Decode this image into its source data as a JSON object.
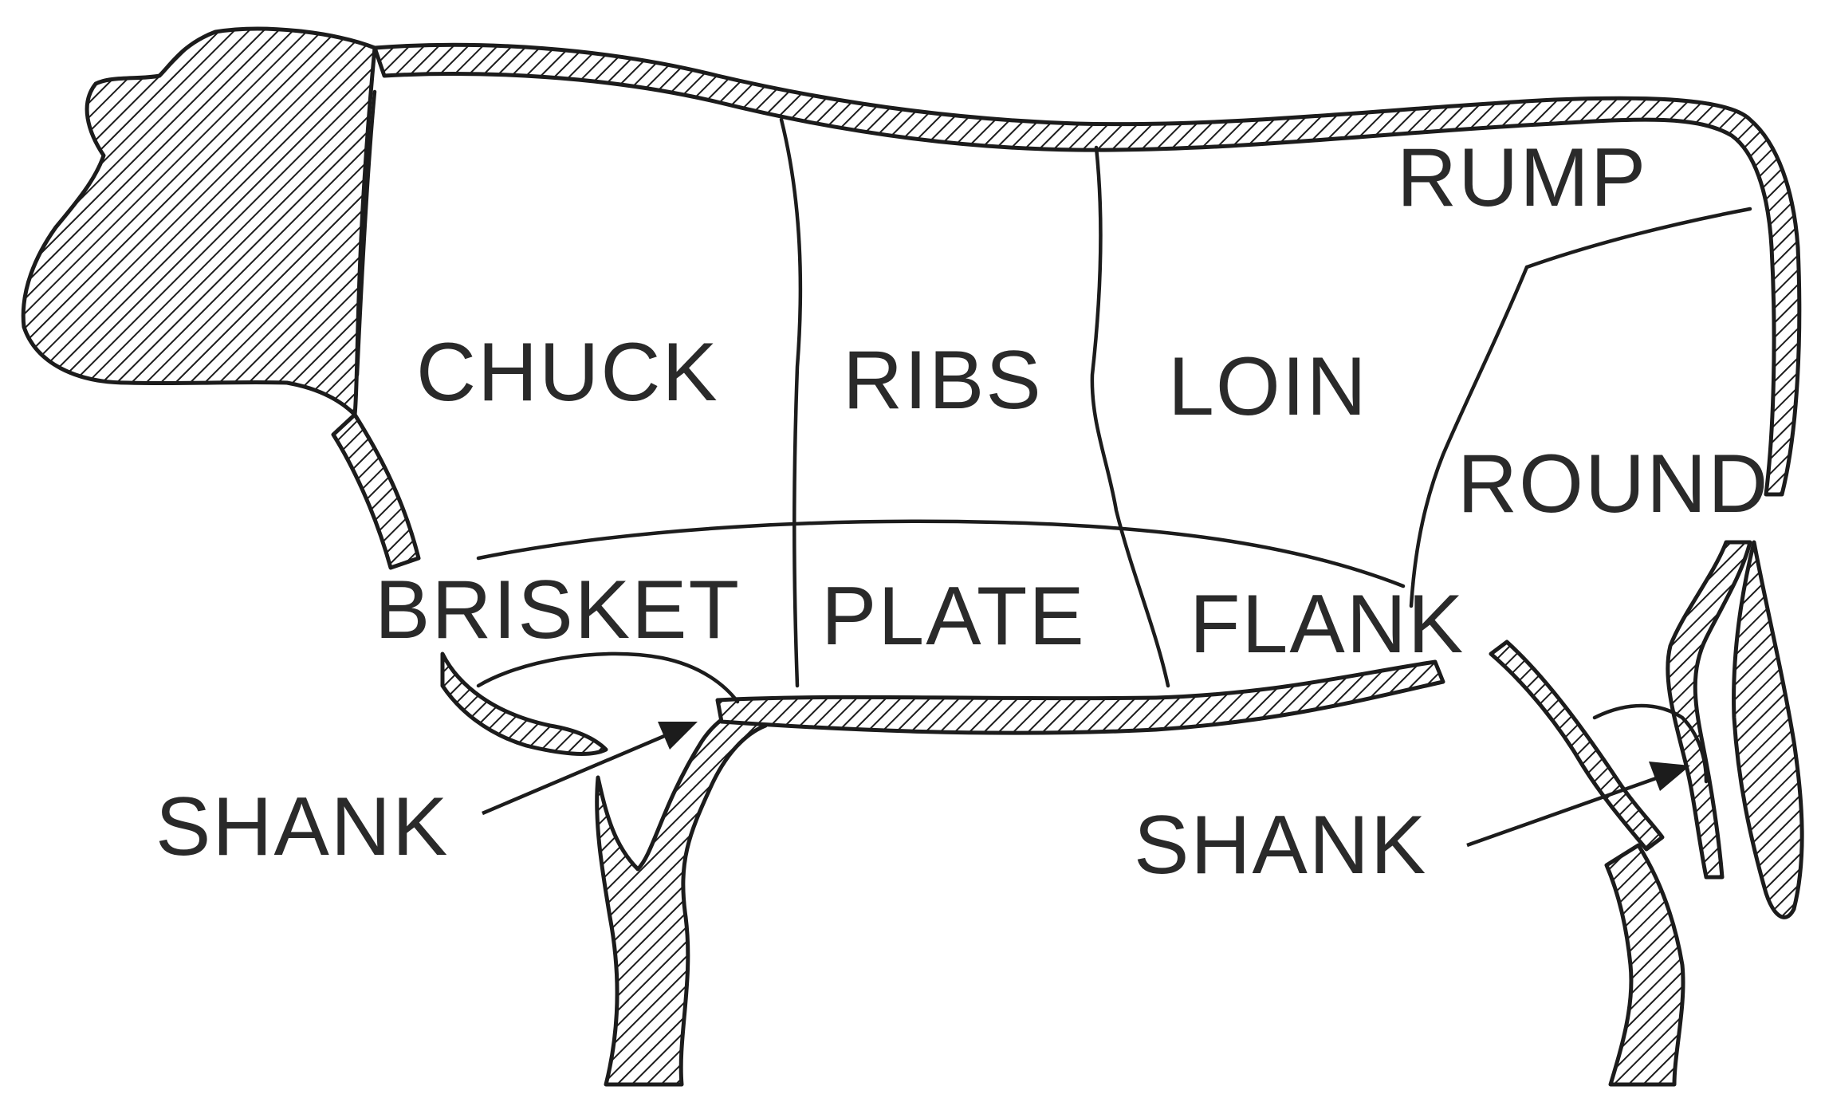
{
  "labels": {
    "chuck": "CHUCK",
    "ribs": "RIBS",
    "loin": "LOIN",
    "rump": "RUMP",
    "round": "ROUND",
    "brisket": "BRISKET",
    "plate": "PLATE",
    "flank": "FLANK",
    "shank_front": "SHANK",
    "shank_hind": "SHANK"
  },
  "icons": {
    "animal": "cow-outline-icon"
  }
}
